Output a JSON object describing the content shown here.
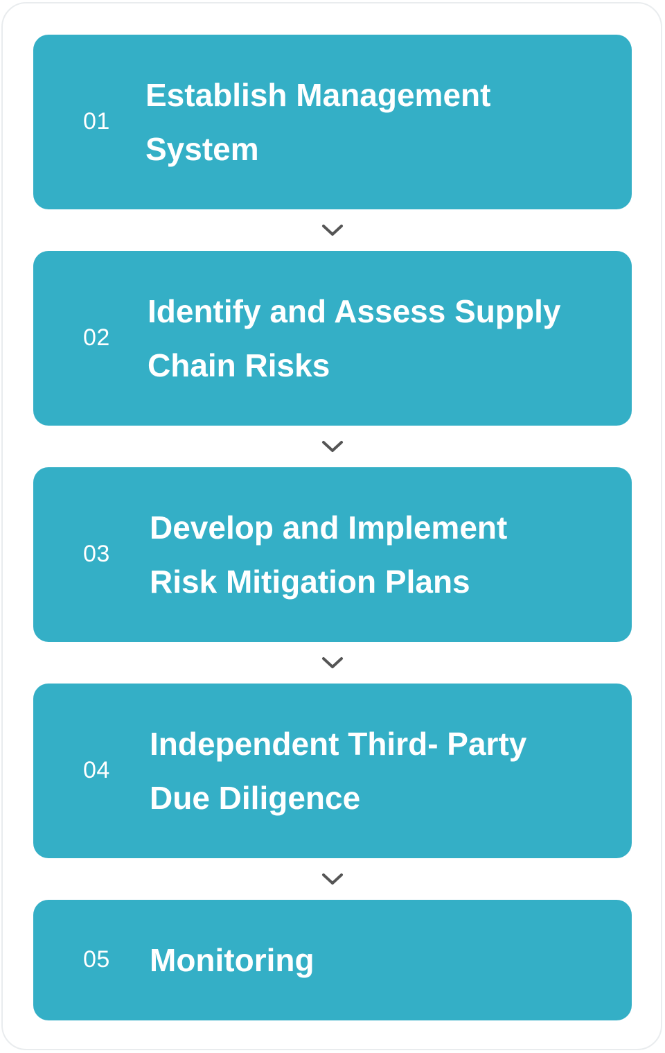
{
  "steps": [
    {
      "number": "01",
      "title_line1": "Establish  Management",
      "title_line2": "System"
    },
    {
      "number": "02",
      "title_line1": "Identify and Assess  Supply",
      "title_line2": "Chain Risks"
    },
    {
      "number": "03",
      "title_line1": "Develop and Implement",
      "title_line2": "Risk Mitigation Plans"
    },
    {
      "number": "04",
      "title_line1": "Independent Third- Party",
      "title_line2": "Due Diligence"
    },
    {
      "number": "05",
      "title_line1": "Monitoring"
    }
  ],
  "connector_icon": "chevron-down-icon",
  "colors": {
    "step_background": "#34afc6",
    "step_text": "#ffffff",
    "chevron": "#555555",
    "frame_border": "#e9ecee"
  }
}
